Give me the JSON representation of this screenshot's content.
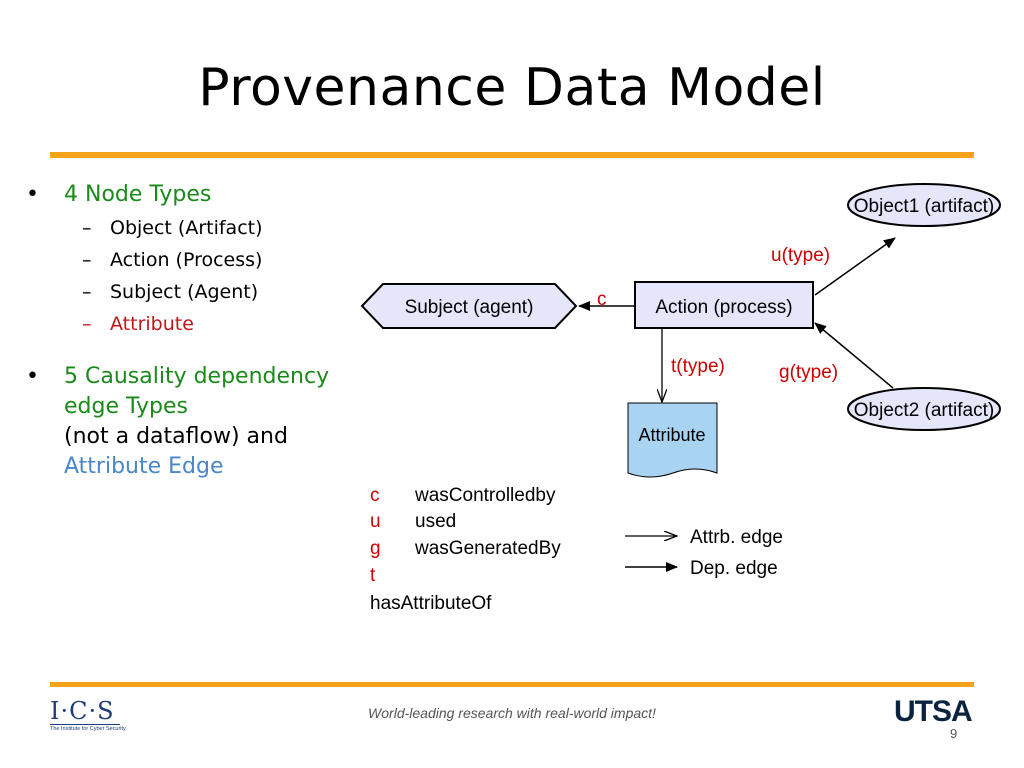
{
  "slide": {
    "title": "Provenance Data Model",
    "bullet1": {
      "heading": "4 Node Types",
      "items": [
        "Object  (Artifact)",
        "Action (Process)",
        "Subject (Agent)",
        "Attribute"
      ]
    },
    "bullet2": {
      "line1": "5 Causality dependency",
      "line2": "edge Types",
      "line3": "(not a dataflow) and",
      "line4": "Attribute Edge"
    },
    "bullet_symbol": "•",
    "dash_symbol": "–"
  },
  "diagram": {
    "nodes": {
      "object1": "Object1 (artifact)",
      "object2": "Object2 (artifact)",
      "subject": "Subject (agent)",
      "action": "Action (process)",
      "attribute": "Attribute"
    },
    "edge_labels": {
      "c": "c",
      "u": "u(type)",
      "g": "g(type)",
      "t": "t(type)"
    },
    "legend": {
      "codes": [
        "c",
        "u",
        "g",
        "t"
      ],
      "names": [
        "wasControlledby",
        "used",
        "wasGeneratedBy",
        "hasAttributeOf"
      ],
      "attr_edge": "Attrb. edge",
      "dep_edge": "Dep. edge"
    },
    "colors": {
      "node_fill": "#e6e6fa",
      "attribute_fill": "#a8d4f2",
      "edge_label": "#cc0000",
      "border": "#000000"
    }
  },
  "footer": {
    "tagline": "World-leading research with real-world impact!",
    "ics_logo": "I·C·S",
    "ics_subtitle": "The Institute for Cyber Security",
    "utsa_logo": "UTSA",
    "page_number": "9"
  },
  "theme": {
    "accent": "#f7a21b"
  }
}
